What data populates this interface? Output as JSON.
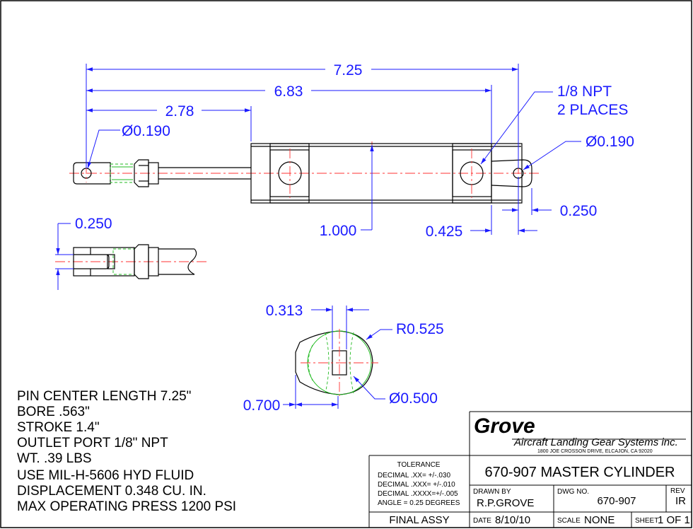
{
  "dimensions": {
    "overall_length": "7.25",
    "body_length": "6.83",
    "rod_to_body": "2.78",
    "rod_pin_dia": "Ø0.190",
    "end_pin_dia": "Ø0.190",
    "port_callout_line1": "1/8 NPT",
    "port_callout_line2": "2 PLACES",
    "end_offset": "0.250",
    "body_height": "1.000",
    "port_offset": "0.425",
    "clevis_slot": "0.250",
    "lug_slot": "0.313",
    "lug_radius": "R0.525",
    "lug_width": "0.700",
    "lug_dia": "Ø0.500"
  },
  "notes": [
    "PIN CENTER LENGTH 7.25\"",
    "BORE .563\"",
    "STROKE 1.4\"",
    "OUTLET PORT 1/8\" NPT",
    "WT. .39 LBS",
    "USE MIL-H-5606 HYD FLUID",
    "DISPLACEMENT 0.348 CU. IN.",
    "MAX OPERATING PRESS 1200 PSI"
  ],
  "title_block": {
    "logo": "Grove",
    "company": "Aircraft Landing Gear Systems inc.",
    "address": "1800 JOE CROSSON DRIVE, ELCAJON, CA 92020",
    "tolerance_header": "TOLERANCE",
    "tolerance_lines": [
      "DECIMAL .XX= +/-.030",
      "DECIMAL .XXX= +/-.010",
      "DECIMAL .XXXX=+/-.005",
      "ANGLE = 0.25 DEGREES"
    ],
    "drawing_title": "670-907 MASTER CYLINDER",
    "drawn_by_label": "DRAWN BY",
    "drawn_by": "R.P.GROVE",
    "dwg_no_label": "DWG NO.",
    "dwg_no": "670-907",
    "rev_label": "REV",
    "rev": "IR",
    "final_assy": "FINAL ASSY",
    "date_label": "DATE",
    "date": "8/10/10",
    "scale_label": "SCALE",
    "scale": "NONE",
    "sheet_label": "SHEET",
    "sheet": "1 OF 1"
  }
}
